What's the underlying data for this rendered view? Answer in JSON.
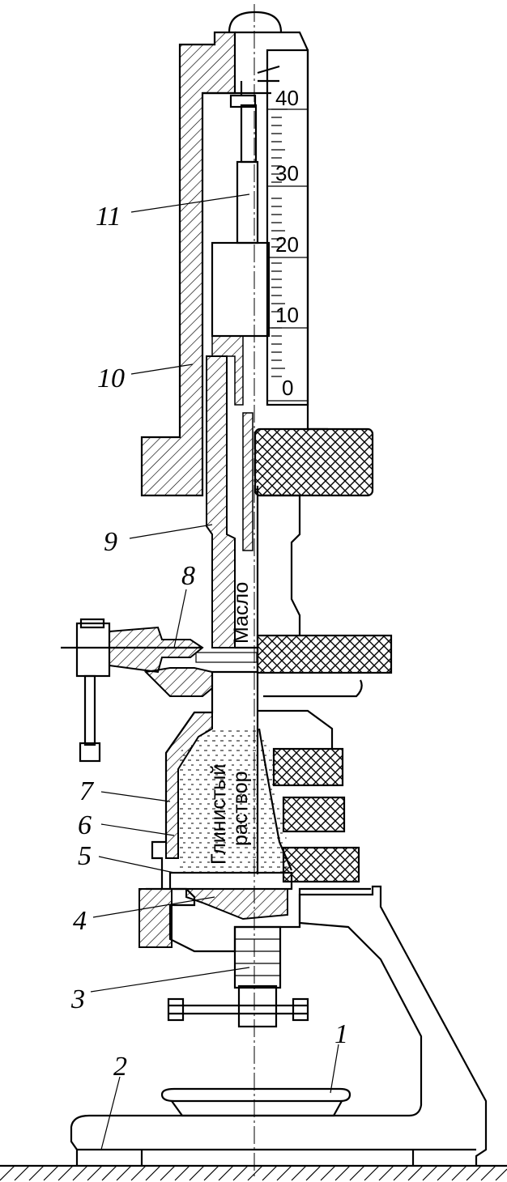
{
  "figure": {
    "scale_values": [
      "40",
      "30",
      "20",
      "10",
      "0"
    ],
    "media_labels": {
      "oil": "Масло",
      "mud_line1": "Глинистый",
      "mud_line2": "раствор"
    },
    "callouts": [
      "1",
      "2",
      "3",
      "4",
      "5",
      "6",
      "7",
      "8",
      "9",
      "10",
      "11"
    ]
  }
}
